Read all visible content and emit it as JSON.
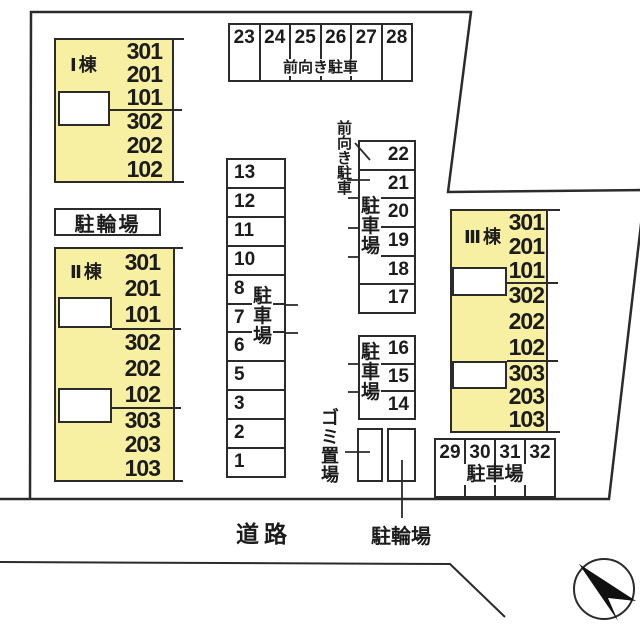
{
  "colors": {
    "building_fill": "#F7EFA2",
    "line": "#2B2B2B",
    "background": "#FFFFFF"
  },
  "buildings": [
    {
      "name": "Ⅰ棟",
      "units": [
        "301",
        "201",
        "101",
        "302",
        "202",
        "102"
      ]
    },
    {
      "name": "Ⅱ棟",
      "units": [
        "301",
        "201",
        "101",
        "302",
        "202",
        "102",
        "303",
        "203",
        "103"
      ]
    },
    {
      "name": "Ⅲ棟",
      "units": [
        "301",
        "201",
        "101",
        "302",
        "202",
        "102",
        "303",
        "203",
        "103"
      ]
    }
  ],
  "parking_areas": {
    "top_row": {
      "spaces": [
        "23",
        "24",
        "25",
        "26",
        "27",
        "28"
      ],
      "note": "前向き駐車"
    },
    "center_column": {
      "spaces": [
        "13",
        "12",
        "11",
        "10",
        "8",
        "7",
        "6",
        "5",
        "3",
        "2",
        "1"
      ],
      "label": "駐車場"
    },
    "east_column": {
      "spaces": [
        "22",
        "21",
        "20",
        "19",
        "18",
        "17"
      ],
      "label": "駐車場",
      "note": "前向き駐車"
    },
    "south_column": {
      "spaces": [
        "16",
        "15",
        "14"
      ],
      "label": "駐車場"
    },
    "southeast_row": {
      "spaces": [
        "29",
        "30",
        "31",
        "32"
      ],
      "label": "駐車場"
    }
  },
  "labels": {
    "bicycle_parking_north": "駐輪場",
    "bicycle_parking_south": "駐輪場",
    "garbage_area": "ゴミ置場",
    "road": "道路"
  },
  "icons": {
    "compass": "north-arrow-compass"
  }
}
